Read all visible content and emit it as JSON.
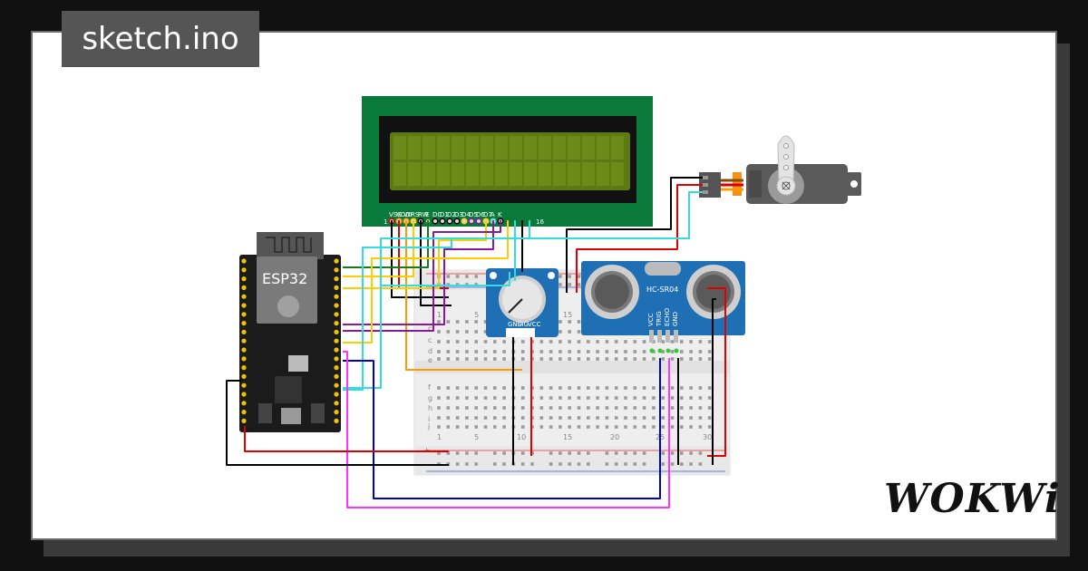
{
  "header": {
    "filename": "sketch.ino"
  },
  "brand": {
    "logo_text": "WOKWi"
  },
  "mcu": {
    "label": "ESP32"
  },
  "lcd": {
    "pin_labels": [
      "VSS",
      "VDD",
      "V0",
      "RS",
      "RW",
      "E",
      "D0",
      "D1",
      "D2",
      "D3",
      "D4",
      "D5",
      "D6",
      "D7",
      "A",
      "K"
    ],
    "pin_first": "1",
    "pin_last": "16"
  },
  "ultrasonic": {
    "label": "HC-SR04",
    "pins": [
      "VCC",
      "TRIG",
      "ECHO",
      "GND"
    ]
  },
  "potentiometer": {
    "pins": [
      "GND",
      "SIG",
      "VCC"
    ]
  },
  "breadboard": {
    "column_numbers": [
      "1",
      "5",
      "10",
      "15",
      "20",
      "25",
      "30"
    ],
    "row_letters": [
      "a",
      "b",
      "c",
      "d",
      "e",
      "f",
      "g",
      "h",
      "i",
      "j"
    ],
    "plus": "+"
  },
  "colors": {
    "lcd_board": "#0a7a3a",
    "lcd_screen": "#5d7a12",
    "esp32_board": "#1b1b1b",
    "esp32_pin": "#f2c200",
    "ultrasonic_board": "#1f6fb5",
    "pot_board": "#1f6fb5",
    "wire_red": "#e00000",
    "wire_black": "#000000",
    "wire_yellow": "#f4c400",
    "wire_cyan": "#33dddd",
    "wire_green": "#1a7a1a",
    "wire_orange": "#ff9900",
    "wire_purple": "#8a1a9a",
    "wire_magenta": "#ff33ff",
    "wire_blue": "#0000cc"
  }
}
